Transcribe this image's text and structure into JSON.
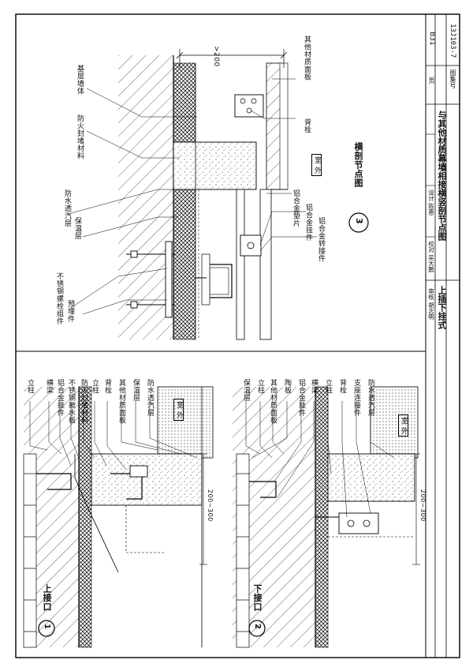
{
  "title_block": {
    "title_left": "上插下挂式",
    "title_right": "与其他材质幕墙相接横竖剖节点图",
    "atlas_label": "图集号",
    "atlas_number": "13J103-7",
    "page_label": "页",
    "page_number": "B31",
    "review_row": "审核 胡志明",
    "check_row": "校对 吴大鹏",
    "design_row": "设计 陈惠",
    "sig_review": "胡志",
    "sig_check": "吴大鹏",
    "sig_design": "陈惠"
  },
  "detail3": {
    "title": "横剖节点图",
    "number": "3",
    "dim_top": ">200",
    "label_outdoor": "室 外",
    "labels_left": [
      "基层墙体",
      "防火封堵材料",
      "防水透汽层",
      "保温层",
      "不锈钢螺栓组件",
      "预埋件"
    ],
    "labels_right": [
      "其他材质面板",
      "背栓",
      "铝合金垫片",
      "铝合金挂件",
      "铝合金转接件"
    ]
  },
  "detail1": {
    "title": "上接口",
    "number": "1",
    "dim": "200~300",
    "label_outdoor": "室 外",
    "labels": [
      "立柱",
      "横梁",
      "铝合金挂件",
      "不锈钢披水板",
      "防火封堵材料",
      "立柱",
      "背栓",
      "其他材质面板",
      "保温层",
      "防水透汽层"
    ]
  },
  "detail2": {
    "title": "下接口",
    "number": "2",
    "dim": "200~300",
    "label_outdoor": "室 外",
    "labels": [
      "保温层",
      "立柱",
      "其他材质面板",
      "陶板",
      "铝合金挂件",
      "横梁",
      "立柱",
      "背栓",
      "支座连接件",
      "防水透汽层"
    ]
  }
}
